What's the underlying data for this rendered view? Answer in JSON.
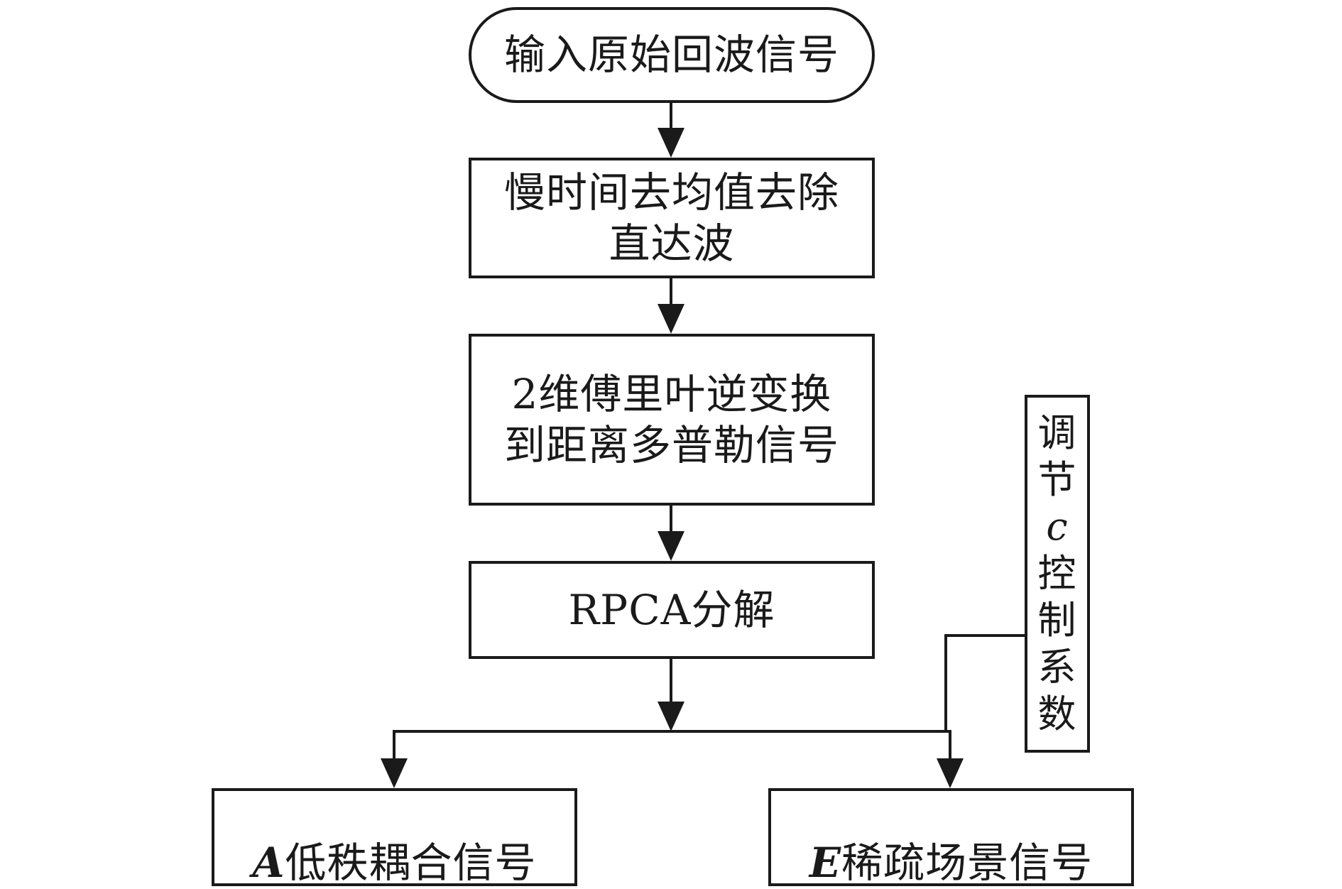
{
  "nodes": {
    "start": {
      "label": "输入原始回波信号"
    },
    "step1": {
      "label": "慢时间去均值去除\n直达波"
    },
    "step2": {
      "label": "2维傅里叶逆变换\n到距离多普勒信号"
    },
    "step3": {
      "label": "RPCA分解"
    },
    "out_a": {
      "var": "A",
      "label": "低秩耦合信号"
    },
    "out_e": {
      "var": "E",
      "label": "稀疏场景信号"
    },
    "control": {
      "chars_top": [
        "调",
        "节"
      ],
      "var": "c",
      "chars_bottom": [
        "控",
        "制",
        "系",
        "数"
      ]
    }
  },
  "colors": {
    "stroke": "#1a1a1a",
    "fill": "#ffffff"
  }
}
